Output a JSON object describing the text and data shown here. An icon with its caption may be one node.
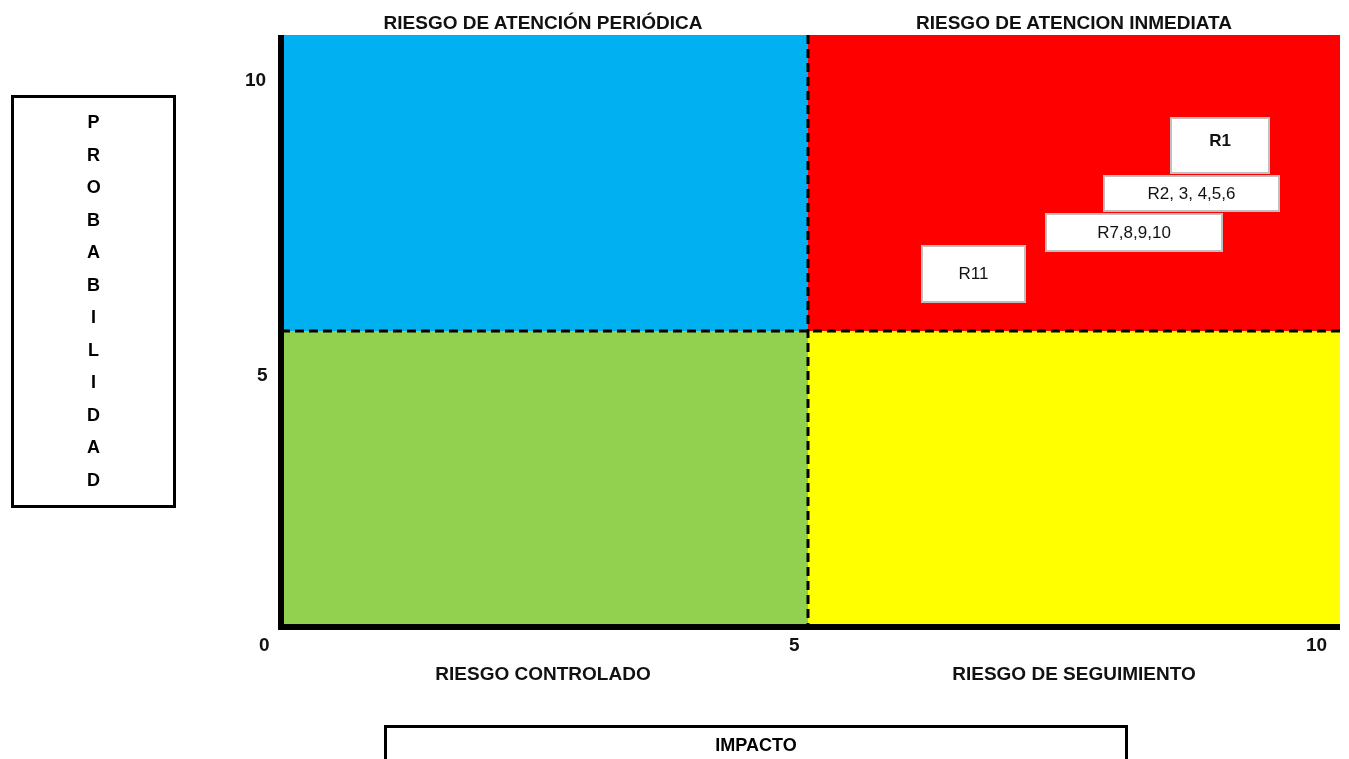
{
  "diagram": {
    "nodes": [
      {
        "text": [
          "RIESGO DE ATENCIÓN PERIÓDICA"
        ]
      },
      {
        "text": [
          "RIESGO DE ATENCION INMEDIATA"
        ]
      },
      {
        "text": [
          "RIESGO CONTROLADO"
        ]
      },
      {
        "text": [
          "RIESGO DE SEGUIMIENTO"
        ]
      },
      {
        "text": [
          "R1"
        ],
        "in": 1
      },
      {
        "text": [
          "R2, 3, 4,5,6"
        ],
        "in": 1
      },
      {
        "text": [
          "R7,8,9,10"
        ],
        "in": 1
      },
      {
        "text": [
          "R11"
        ],
        "in": 1
      },
      {
        "text": [
          "PROBABILIDAD"
        ]
      },
      {
        "text": [
          "IMPACTO"
        ]
      }
    ],
    "labels": [
      "10",
      "5",
      "0",
      "5",
      "10"
    ]
  }
}
